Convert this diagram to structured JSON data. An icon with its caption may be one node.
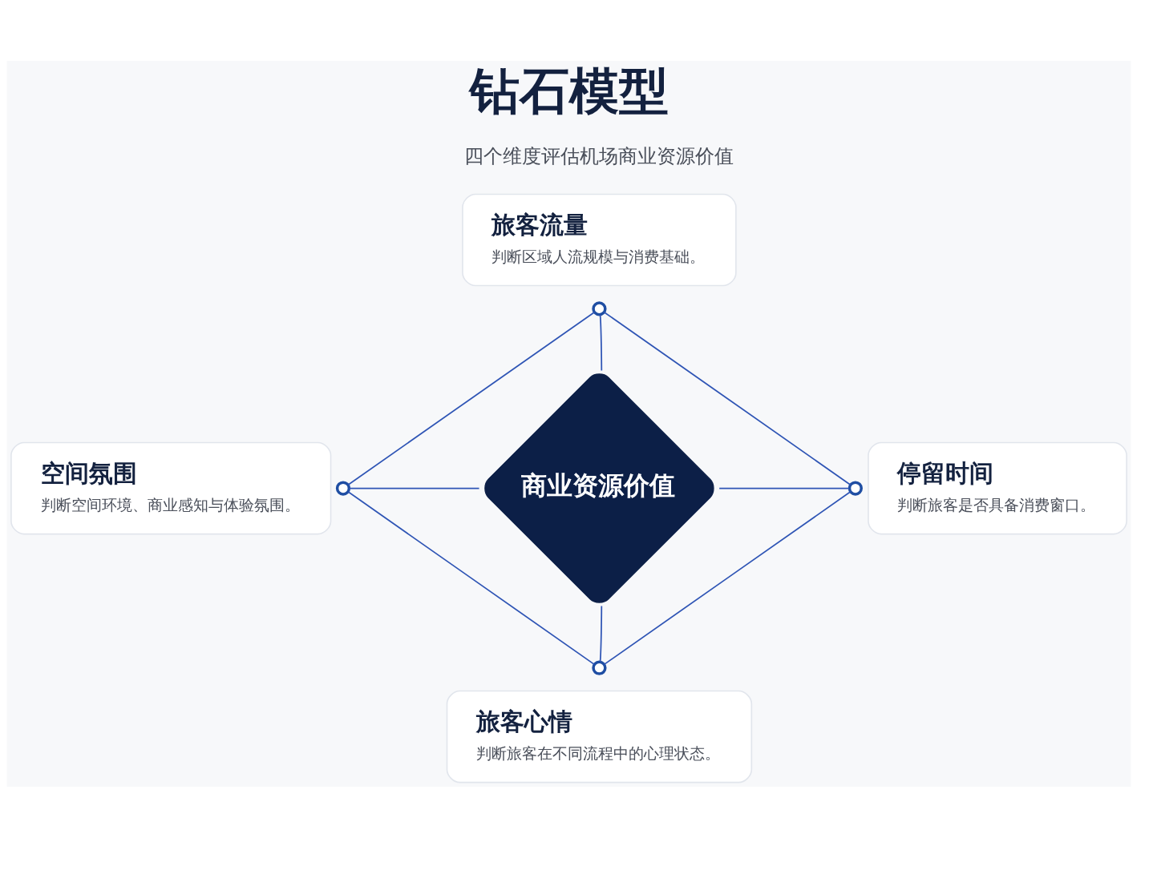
{
  "diagram": {
    "title": "钻石模型",
    "nodes": [
      {
        "text": [
          "旅客流量",
          "判断区域人流规模与消费基础。"
        ]
      },
      {
        "text": [
          "空间氛围",
          "判断空间环境、商业感知与体验氛围。"
        ]
      },
      {
        "text": [
          "商业资源价值"
        ]
      },
      {
        "text": [
          "停留时间",
          "判断旅客是否具备消费窗口。"
        ]
      },
      {
        "text": [
          "旅客心情",
          "判断旅客在不同流程中的心理状态。"
        ]
      },
      {
        "text": [],
        "shape": "circle"
      },
      {
        "text": [],
        "shape": "circle"
      },
      {
        "text": [],
        "shape": "circle"
      },
      {
        "text": [],
        "shape": "circle"
      }
    ],
    "edges": [
      {
        "from": 5,
        "to": 6,
        "arrow": "none"
      },
      {
        "from": 5,
        "to": 7,
        "arrow": "none"
      },
      {
        "from": 6,
        "to": 8,
        "arrow": "none"
      },
      {
        "from": 7,
        "to": 8,
        "arrow": "none"
      },
      {
        "from": 5,
        "to": 2,
        "arrow": "none"
      },
      {
        "from": 6,
        "to": 2,
        "arrow": "none"
      },
      {
        "from": 2,
        "to": 7,
        "arrow": "none"
      },
      {
        "from": 2,
        "to": 8,
        "arrow": "none"
      }
    ],
    "labels": [
      "四个维度评估机场商业资源价值"
    ]
  }
}
